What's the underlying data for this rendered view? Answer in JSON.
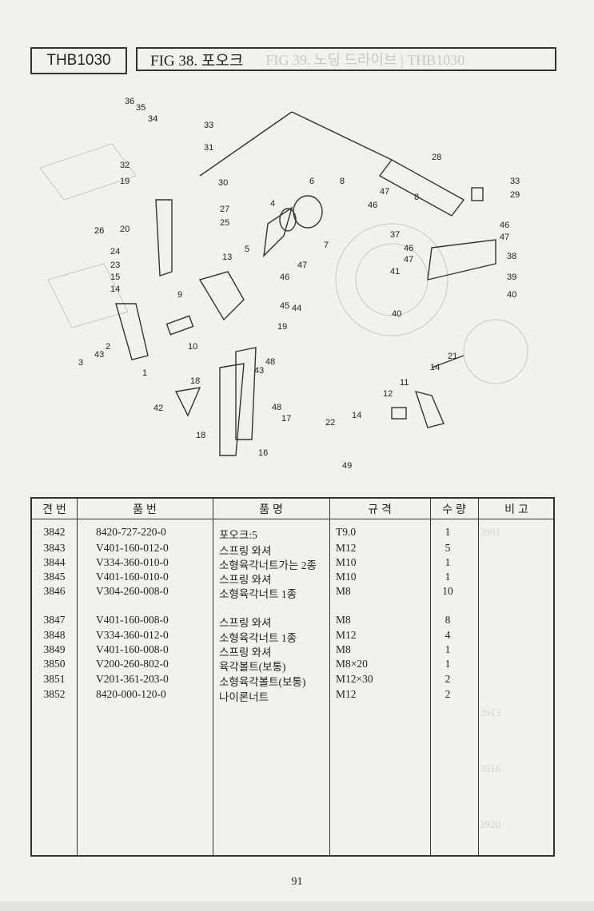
{
  "header": {
    "model_code": "THB1030",
    "figure_title": "FIG 38. 포오크",
    "ghost_text": "FIG 39. 노딩 드라이브 | THB1030"
  },
  "diagram": {
    "callouts": [
      "1",
      "2",
      "3",
      "4",
      "5",
      "6",
      "7",
      "8",
      "9",
      "10",
      "11",
      "12",
      "13",
      "14",
      "15",
      "16",
      "17",
      "18",
      "19",
      "20",
      "21",
      "22",
      "23",
      "24",
      "25",
      "26",
      "27",
      "28",
      "29",
      "30",
      "31",
      "32",
      "33",
      "34",
      "35",
      "36",
      "37",
      "38",
      "39",
      "40",
      "41",
      "42",
      "43",
      "44",
      "45",
      "46",
      "47",
      "48",
      "49"
    ]
  },
  "table": {
    "headers": [
      "견 번",
      "품 번",
      "품 명",
      "규 격",
      "수 량",
      "비 고"
    ],
    "rows": [
      {
        "no": "3842",
        "part": "8420-727-220-0",
        "name": "포오크:5",
        "spec": "T9.0",
        "qty": "1"
      },
      {
        "no": "3843",
        "part": "V401-160-012-0",
        "name": "스프링 와셔",
        "spec": "M12",
        "qty": "5"
      },
      {
        "no": "3844",
        "part": "V334-360-010-0",
        "name": "소형육각너트가는 2종",
        "spec": "M10",
        "qty": "1"
      },
      {
        "no": "3845",
        "part": "V401-160-010-0",
        "name": "스프링 와셔",
        "spec": "M10",
        "qty": "1"
      },
      {
        "no": "3846",
        "part": "V304-260-008-0",
        "name": "소형육각너트 1종",
        "spec": "M8",
        "qty": "10"
      },
      {
        "no": "3847",
        "part": "V401-160-008-0",
        "name": "스프링 와셔",
        "spec": "M8",
        "qty": "8"
      },
      {
        "no": "3848",
        "part": "V334-360-012-0",
        "name": "소형육각너트 1종",
        "spec": "M12",
        "qty": "4"
      },
      {
        "no": "3849",
        "part": "V401-160-008-0",
        "name": "스프링 와셔",
        "spec": "M8",
        "qty": "1"
      },
      {
        "no": "3850",
        "part": "V200-260-802-0",
        "name": "육각볼트(보통)",
        "spec": "M8×20",
        "qty": "1"
      },
      {
        "no": "3851",
        "part": "V201-361-203-0",
        "name": "소형육각볼트(보통)",
        "spec": "M12×30",
        "qty": "2"
      },
      {
        "no": "3852",
        "part": "8420-000-120-0",
        "name": "나이론너트",
        "spec": "M12",
        "qty": "2"
      }
    ]
  },
  "page_number": "91"
}
